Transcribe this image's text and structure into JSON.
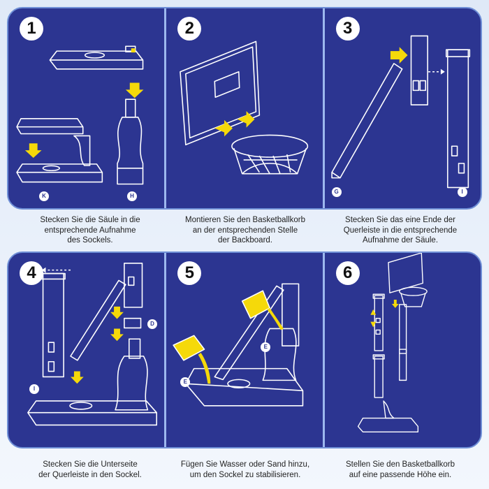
{
  "steps": [
    {
      "number": "1",
      "caption": [
        "Stecken Sie die Säule in die",
        "entsprechende Aufnahme",
        "des Sockels."
      ],
      "tags": [
        "K",
        "H"
      ]
    },
    {
      "number": "2",
      "caption": [
        "Montieren Sie den Basketballkorb",
        "an der entsprechenden Stelle",
        "der Backboard."
      ],
      "tags": []
    },
    {
      "number": "3",
      "caption": [
        "Stecken Sie das eine Ende der",
        "Querleiste in die entsprechende",
        "Aufnahme der Säule."
      ],
      "tags": [
        "G",
        "I"
      ]
    },
    {
      "number": "4",
      "caption": [
        "Stecken Sie die Unterseite",
        "der Querleiste in den Sockel."
      ],
      "tags": [
        "D",
        "I"
      ]
    },
    {
      "number": "5",
      "caption": [
        "Fügen Sie Wasser oder Sand hinzu,",
        "um den Sockel zu stabilisieren."
      ],
      "tags": [
        "E",
        "E"
      ]
    },
    {
      "number": "6",
      "caption": [
        "Stellen Sie den Basketballkorb",
        "auf eine passende Höhe ein."
      ],
      "tags": []
    }
  ],
  "colors": {
    "panel": "#2c3591",
    "accent": "#f5d90a",
    "line": "#ffffff",
    "divider": "#9db8ee"
  }
}
